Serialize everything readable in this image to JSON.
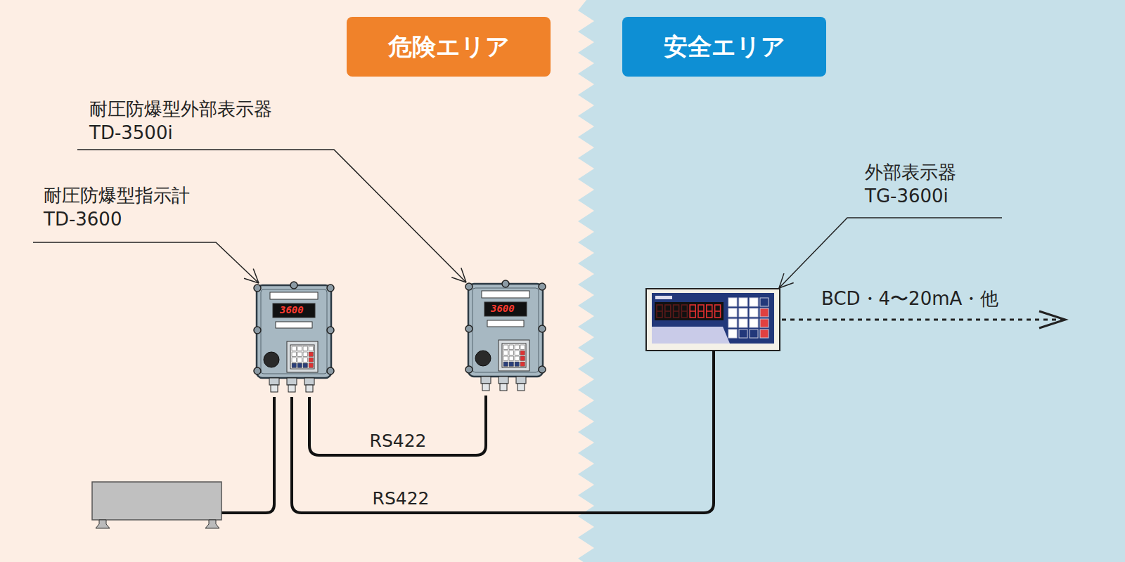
{
  "diagram": {
    "nodes": [
      {
        "text": [
          "危険エリア"
        ]
      },
      {
        "text": [
          "安全エリア"
        ]
      },
      {
        "text": [
          "耐圧防爆型指示計 TD-3600"
        ]
      },
      {
        "text": [
          "耐圧防爆型外部表示器 TD-3500i"
        ]
      },
      {
        "text": [
          "外部表示器 TG-3600i"
        ]
      }
    ],
    "edges": [
      {
        "from": 2,
        "to": 3,
        "label": "RS422",
        "arrow": "none"
      },
      {
        "from": 2,
        "to": 4,
        "label": "RS422",
        "arrow": "none"
      }
    ],
    "labels": [
      "3600",
      "3600",
      "BCD・4〜20mA・他"
    ]
  }
}
